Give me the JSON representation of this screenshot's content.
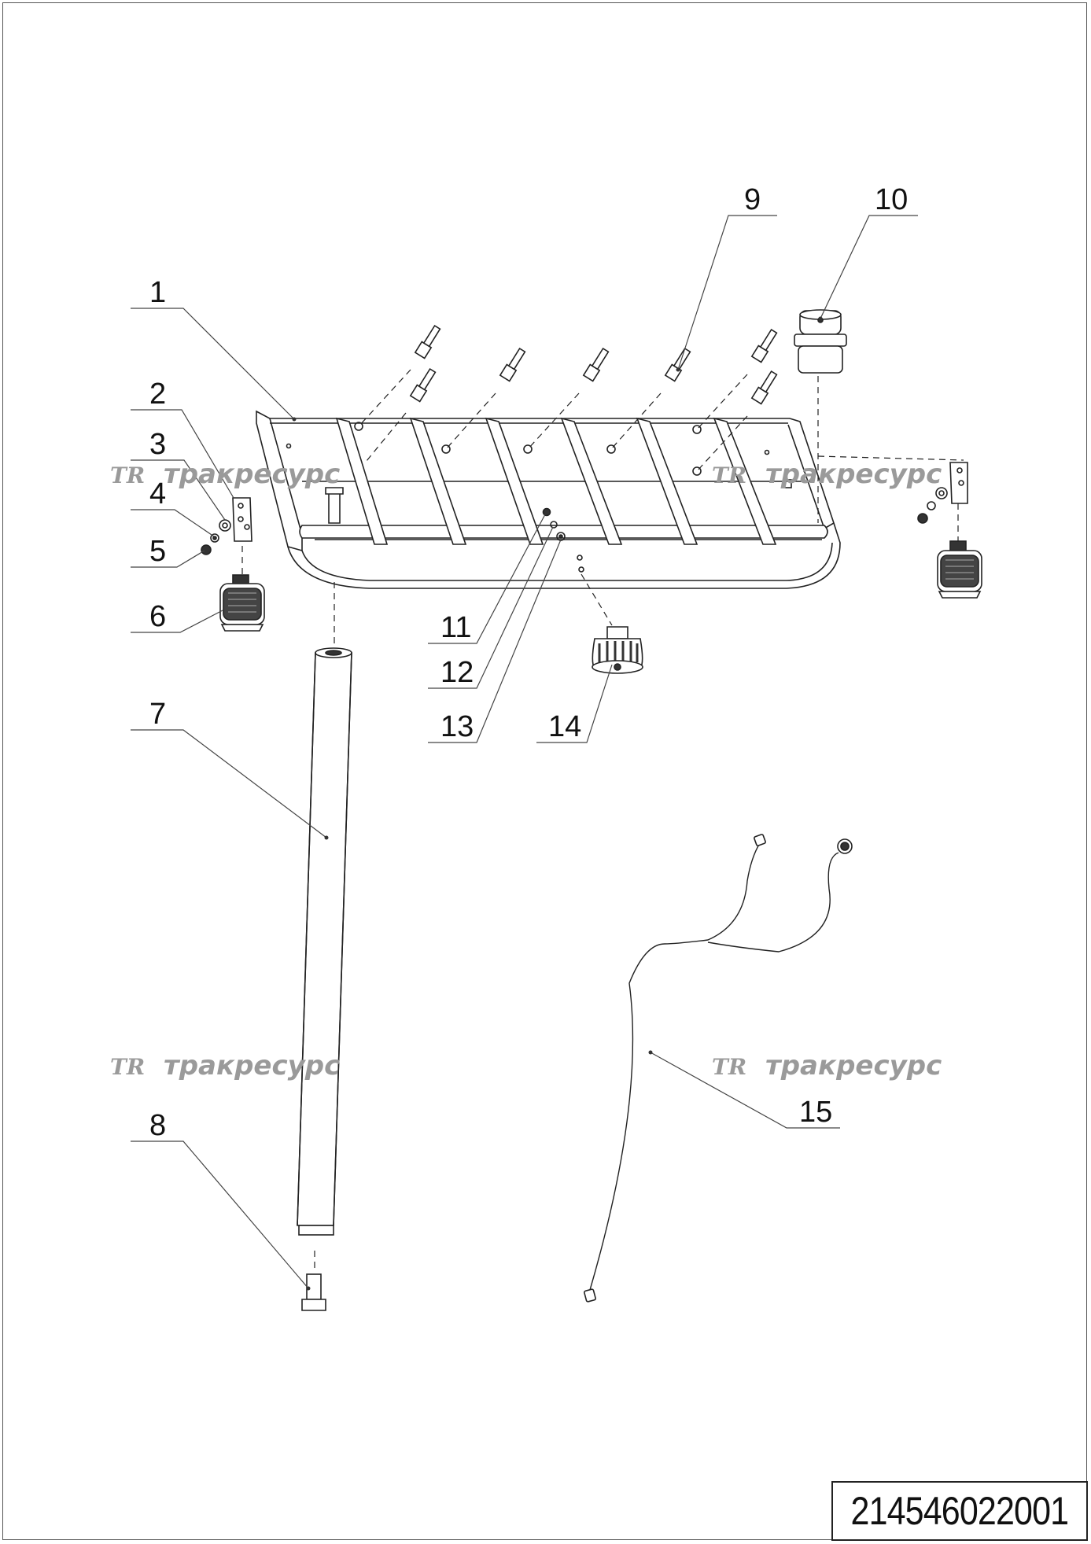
{
  "document_code": "214546022001",
  "watermark": {
    "logo": "TR",
    "text": "тракресурс"
  },
  "callouts": [
    "1",
    "2",
    "3",
    "4",
    "5",
    "6",
    "7",
    "8",
    "9",
    "10",
    "11",
    "12",
    "13",
    "14",
    "15"
  ]
}
